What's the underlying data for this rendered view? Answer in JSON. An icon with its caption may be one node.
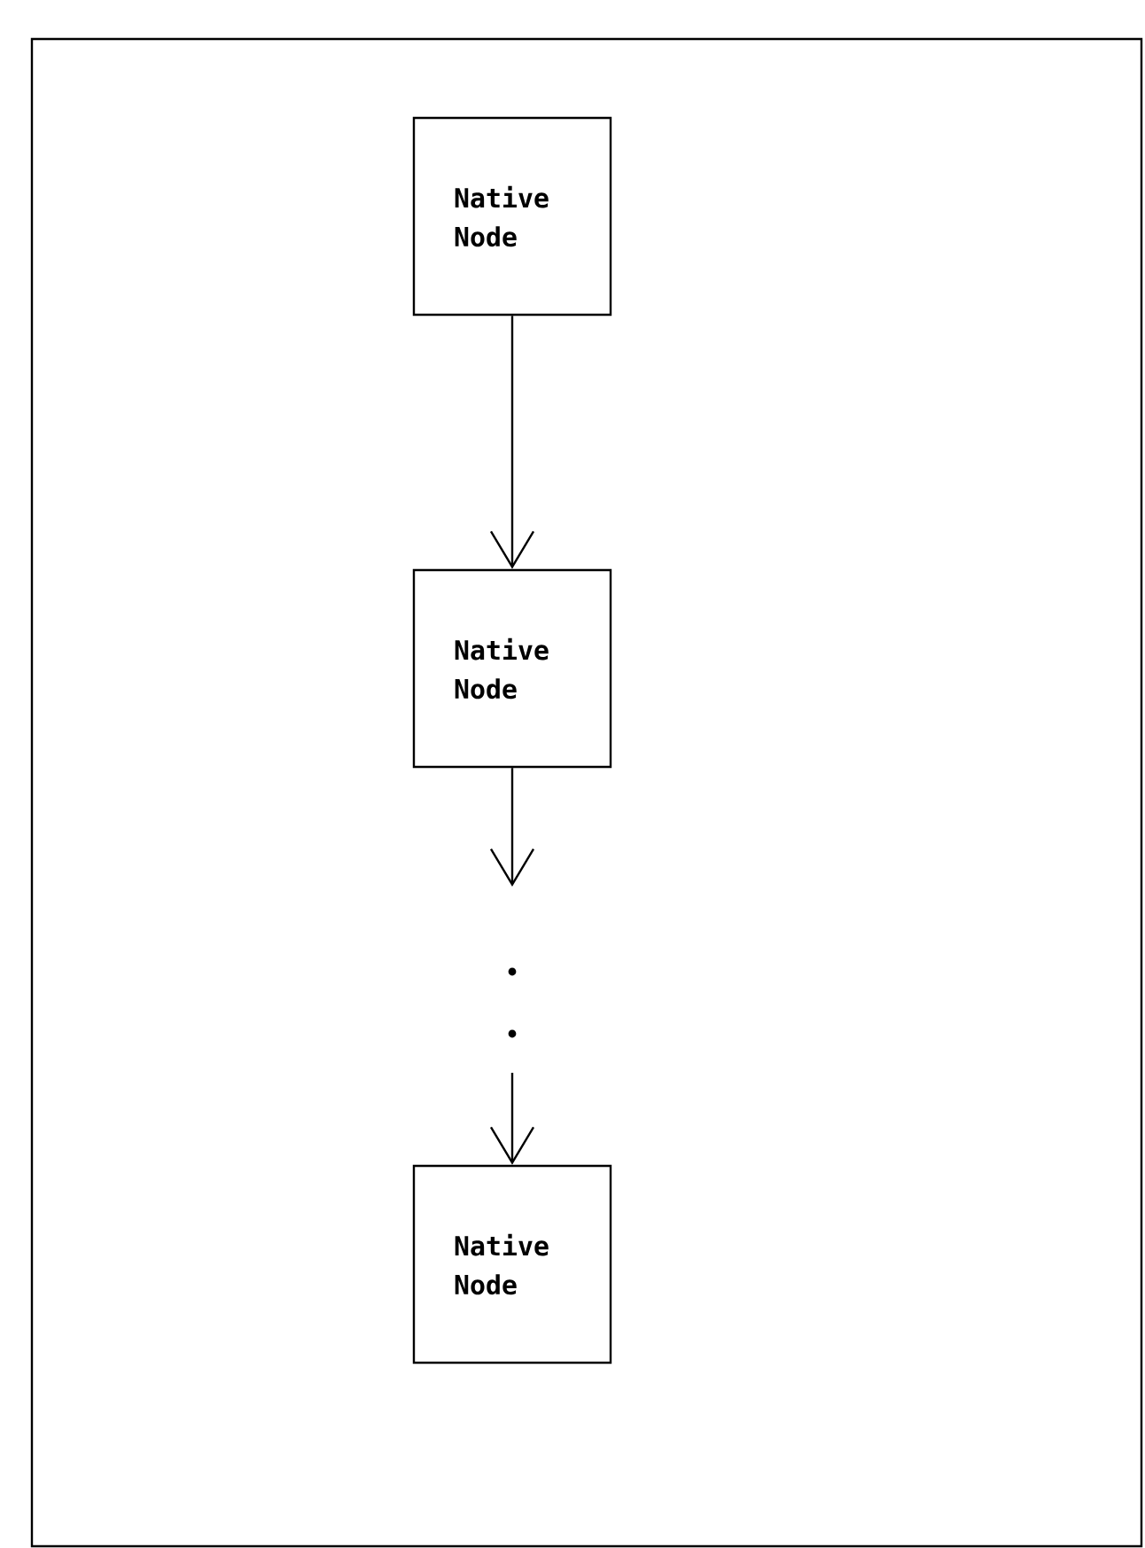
{
  "diagram": {
    "nodes": [
      {
        "text": [
          "Native Node"
        ]
      },
      {
        "text": [
          "Native Node"
        ]
      },
      {
        "text": [
          "Native Node"
        ]
      }
    ],
    "edges": [
      {
        "from": 0,
        "to": 1,
        "arrow": "to"
      },
      {
        "from": 1,
        "to": null,
        "arrow": "to"
      },
      {
        "from": null,
        "to": 2,
        "arrow": "to"
      }
    ]
  }
}
